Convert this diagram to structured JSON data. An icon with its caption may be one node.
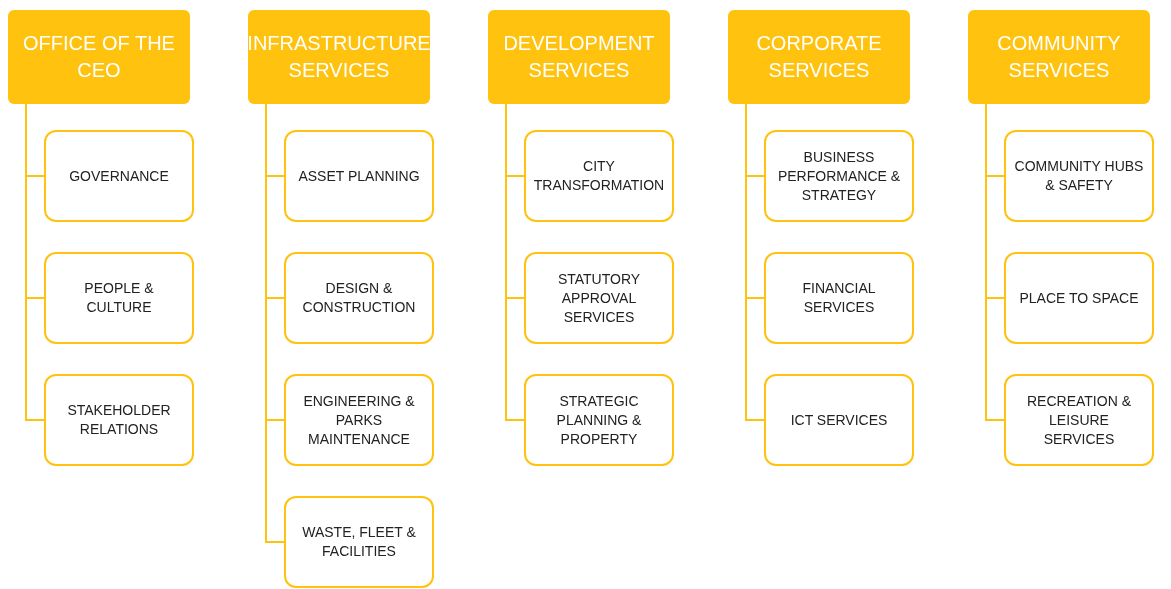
{
  "diagram": {
    "nodes": [
      {
        "text": [
          "OFFICE OF THE CEO"
        ]
      },
      {
        "text": [
          "GOVERNANCE"
        ]
      },
      {
        "text": [
          "PEOPLE & CULTURE"
        ]
      },
      {
        "text": [
          "STAKEHOLDER RELATIONS"
        ]
      },
      {
        "text": [
          "INFRASTRUCTURE SERVICES"
        ]
      },
      {
        "text": [
          "ASSET PLANNING"
        ]
      },
      {
        "text": [
          "DESIGN & CONSTRUCTION"
        ]
      },
      {
        "text": [
          "ENGINEERING & PARKS MAINTENANCE"
        ]
      },
      {
        "text": [
          "WASTE, FLEET & FACILITIES"
        ]
      },
      {
        "text": [
          "DEVELOPMENT SERVICES"
        ]
      },
      {
        "text": [
          "CITY TRANSFORMATION"
        ]
      },
      {
        "text": [
          "STATUTORY APPROVAL SERVICES"
        ]
      },
      {
        "text": [
          "STRATEGIC PLANNING & PROPERTY"
        ]
      },
      {
        "text": [
          "CORPORATE SERVICES"
        ]
      },
      {
        "text": [
          "BUSINESS PERFORMANCE & STRATEGY"
        ]
      },
      {
        "text": [
          "FINANCIAL SERVICES"
        ]
      },
      {
        "text": [
          "ICT SERVICES"
        ]
      },
      {
        "text": [
          "COMMUNITY SERVICES"
        ]
      },
      {
        "text": [
          "COMMUNITY HUBS & SAFETY"
        ]
      },
      {
        "text": [
          "PLACE TO SPACE"
        ]
      },
      {
        "text": [
          "RECREATION & LEISURE SERVICES"
        ]
      }
    ],
    "edges": [
      {
        "from": 0,
        "to": 1,
        "arrow": "none"
      },
      {
        "from": 0,
        "to": 2,
        "arrow": "none"
      },
      {
        "from": 0,
        "to": 3,
        "arrow": "none"
      },
      {
        "from": 4,
        "to": 5,
        "arrow": "none"
      },
      {
        "from": 4,
        "to": 6,
        "arrow": "none"
      },
      {
        "from": 4,
        "to": 7,
        "arrow": "none"
      },
      {
        "from": 4,
        "to": 8,
        "arrow": "none"
      },
      {
        "from": 9,
        "to": 10,
        "arrow": "none"
      },
      {
        "from": 9,
        "to": 11,
        "arrow": "none"
      },
      {
        "from": 9,
        "to": 12,
        "arrow": "none"
      },
      {
        "from": 13,
        "to": 14,
        "arrow": "none"
      },
      {
        "from": 13,
        "to": 15,
        "arrow": "none"
      },
      {
        "from": 13,
        "to": 16,
        "arrow": "none"
      },
      {
        "from": 17,
        "to": 18,
        "arrow": "none"
      },
      {
        "from": 17,
        "to": 19,
        "arrow": "none"
      },
      {
        "from": 17,
        "to": 20,
        "arrow": "none"
      }
    ]
  }
}
